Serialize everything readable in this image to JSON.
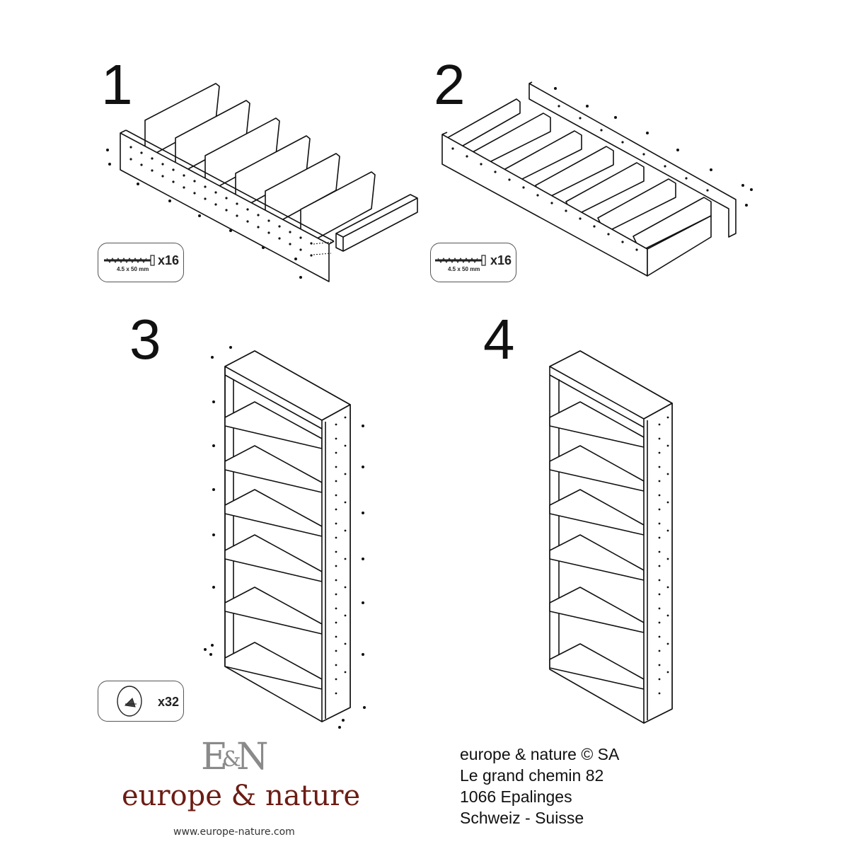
{
  "steps": [
    {
      "number": "1"
    },
    {
      "number": "2"
    },
    {
      "number": "3"
    },
    {
      "number": "4"
    }
  ],
  "hardware": {
    "screw": {
      "icon": "screw-icon",
      "dimension": "4.5 x 50 mm",
      "qty_step1": "x16",
      "qty_step2": "x16"
    },
    "cam": {
      "icon": "cam-fitting-icon",
      "qty": "x32"
    }
  },
  "logo": {
    "mark_left": "E",
    "mark_amp": "&",
    "mark_right": "N",
    "brand": "europe & nature",
    "website": "www.europe-nature.com"
  },
  "address": {
    "line1": "europe & nature © SA",
    "line2": "Le grand chemin 82",
    "line3": "1066 Epalinges",
    "line4": "Schweiz - Suisse"
  },
  "colors": {
    "brand": "#6b1c14",
    "logo_mark": "#8a8a8a",
    "line": "#111111"
  }
}
